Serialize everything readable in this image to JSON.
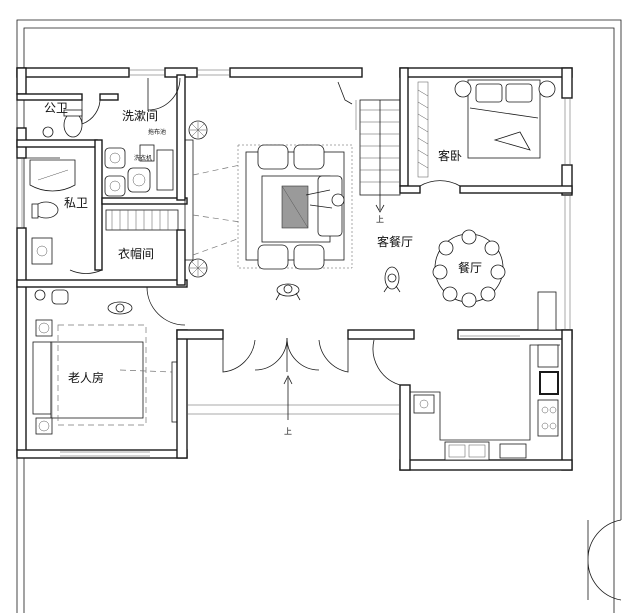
{
  "rooms": {
    "public_toilet": "公卫",
    "wash_room": "洗漱间",
    "private_toilet": "私卫",
    "cloakroom": "衣帽间",
    "guest_bedroom": "客卧",
    "living_dining": "客餐厅",
    "dining": "餐厅",
    "elder_room": "老人房"
  },
  "fixtures": {
    "mop_pool": "拖布池",
    "washer": "洗衣机"
  },
  "arrows": {
    "stair_up": "上",
    "entry_up": "上"
  }
}
